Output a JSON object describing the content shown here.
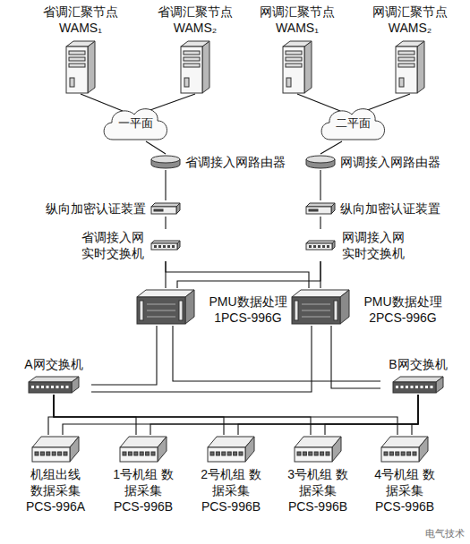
{
  "diagram": {
    "nodes": [
      {
        "text": [
          "省调汇聚节点 WAMS₁"
        ]
      },
      {
        "text": [
          "省调汇聚节点 WAMS₂"
        ]
      },
      {
        "text": [
          "网调汇聚节点 WAMS₁"
        ]
      },
      {
        "text": [
          "网调汇聚节点 WAMS₂"
        ]
      },
      {
        "text": [
          "一平面"
        ]
      },
      {
        "text": [
          "二平面"
        ]
      },
      {
        "text": [
          "省调接入网路由器"
        ]
      },
      {
        "text": [
          "网调接入网路由器"
        ]
      },
      {
        "text": [
          "纵向加密认证装置"
        ]
      },
      {
        "text": [
          "纵向加密认证装置"
        ]
      },
      {
        "text": [
          "省调接入网 实时交换机"
        ]
      },
      {
        "text": [
          "网调接入网 实时交换机"
        ]
      },
      {
        "text": [
          "PMU数据处理 1PCS-996G"
        ]
      },
      {
        "text": [
          "PMU数据处理 2PCS-996G"
        ]
      },
      {
        "text": [
          "A网交换机"
        ]
      },
      {
        "text": [
          "B网交换机"
        ]
      },
      {
        "text": [
          "机组出线 数据采集 PCS-996A"
        ]
      },
      {
        "text": [
          "1号机组 数据采集 PCS-996B"
        ]
      },
      {
        "text": [
          "2号机组 数据采集 PCS-996B"
        ]
      },
      {
        "text": [
          "3号机组 数据采集 PCS-996B"
        ]
      },
      {
        "text": [
          "4号机组 数据采集 PCS-996B"
        ]
      }
    ],
    "edges": [
      {
        "from": 0,
        "to": 4,
        "arrow": "none"
      },
      {
        "from": 1,
        "to": 4,
        "arrow": "none"
      },
      {
        "from": 2,
        "to": 5,
        "arrow": "none"
      },
      {
        "from": 3,
        "to": 5,
        "arrow": "none"
      },
      {
        "from": 4,
        "to": 6,
        "arrow": "none"
      },
      {
        "from": 5,
        "to": 7,
        "arrow": "none"
      },
      {
        "from": 6,
        "to": 8,
        "arrow": "none"
      },
      {
        "from": 7,
        "to": 9,
        "arrow": "none"
      },
      {
        "from": 8,
        "to": 10,
        "arrow": "none"
      },
      {
        "from": 9,
        "to": 11,
        "arrow": "none"
      },
      {
        "from": 10,
        "to": 12,
        "arrow": "none"
      },
      {
        "from": 10,
        "to": 13,
        "arrow": "none"
      },
      {
        "from": 11,
        "to": 12,
        "arrow": "none"
      },
      {
        "from": 11,
        "to": 13,
        "arrow": "none"
      },
      {
        "from": 12,
        "to": 14,
        "arrow": "none"
      },
      {
        "from": 12,
        "to": 15,
        "arrow": "none"
      },
      {
        "from": 13,
        "to": 14,
        "arrow": "none"
      },
      {
        "from": 13,
        "to": 15,
        "arrow": "none"
      },
      {
        "from": 14,
        "to": 16,
        "arrow": "none"
      },
      {
        "from": 14,
        "to": 17,
        "arrow": "none"
      },
      {
        "from": 14,
        "to": 18,
        "arrow": "none"
      },
      {
        "from": 14,
        "to": 19,
        "arrow": "none"
      },
      {
        "from": 14,
        "to": 20,
        "arrow": "none"
      },
      {
        "from": 15,
        "to": 16,
        "arrow": "none"
      },
      {
        "from": 15,
        "to": 17,
        "arrow": "none"
      },
      {
        "from": 15,
        "to": 18,
        "arrow": "none"
      },
      {
        "from": 15,
        "to": 19,
        "arrow": "none"
      },
      {
        "from": 15,
        "to": 20,
        "arrow": "none"
      }
    ],
    "labels": [
      "电气技术"
    ]
  }
}
